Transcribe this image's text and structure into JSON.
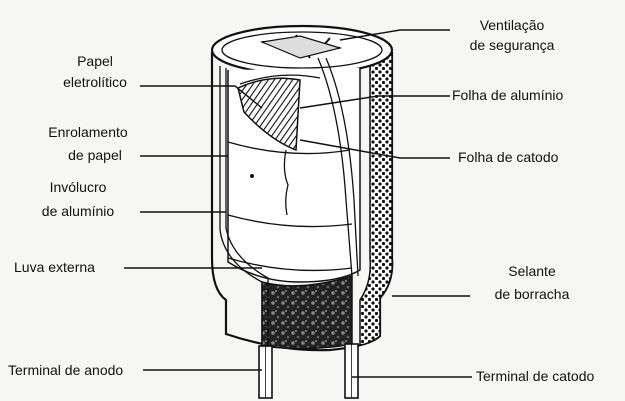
{
  "labels": {
    "ventilacao_1": "Ventilação",
    "ventilacao_2": "de segurança",
    "papel_eletrolitico_1": "Papel",
    "papel_eletrolitico_2": "eletrolítico",
    "folha_aluminio": "Folha de alumínio",
    "enrolamento_1": "Enrolamento",
    "enrolamento_2": "de papel",
    "folha_catodo": "Folha de catodo",
    "involucro_1": "Invólucro",
    "involucro_2": "de alumínio",
    "luva_externa": "Luva externa",
    "selante_1": "Selante",
    "selante_2": "de borracha",
    "terminal_anodo": "Terminal de anodo",
    "terminal_catodo": "Terminal de catodo"
  }
}
